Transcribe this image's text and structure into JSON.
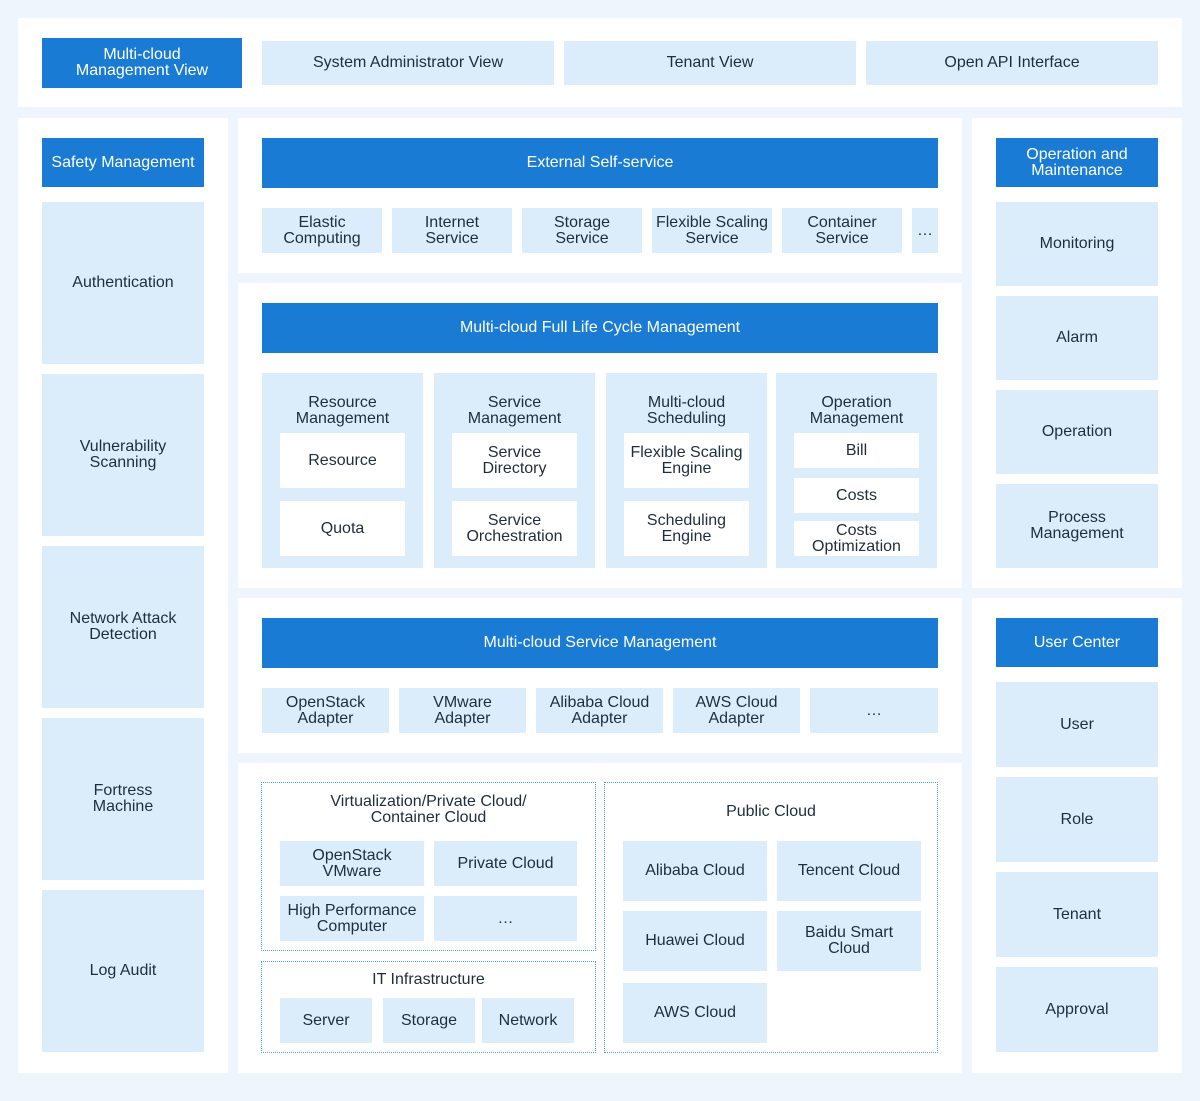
{
  "top_bar": {
    "active_view": "Multi-cloud\nManagement View",
    "views": [
      "System Administrator View",
      "Tenant View",
      "Open API Interface"
    ]
  },
  "safety": {
    "title": "Safety Management",
    "items": [
      "Authentication",
      "Vulnerability\nScanning",
      "Network Attack\nDetection",
      "Fortress\nMachine",
      "Log Audit"
    ]
  },
  "self_service": {
    "title": "External Self-service",
    "items": [
      "Elastic\nComputing",
      "Internet\nService",
      "Storage\nService",
      "Flexible Scaling\nService",
      "Container\nService",
      "…"
    ]
  },
  "lifecycle": {
    "title": "Multi-cloud Full Life Cycle Management",
    "groups": [
      {
        "title": "Resource\nManagement",
        "items": [
          "Resource",
          "Quota"
        ]
      },
      {
        "title": "Service\nManagement",
        "items": [
          "Service\nDirectory",
          "Service\nOrchestration"
        ]
      },
      {
        "title": "Multi-cloud\nScheduling",
        "items": [
          "Flexible Scaling\nEngine",
          "Scheduling\nEngine"
        ]
      },
      {
        "title": "Operation\nManagement",
        "items": [
          "Bill",
          "Costs",
          "Costs\nOptimization"
        ]
      }
    ]
  },
  "service_mgmt": {
    "title": "Multi-cloud Service Management",
    "items": [
      "OpenStack\nAdapter",
      "VMware\nAdapter",
      "Alibaba Cloud\nAdapter",
      "AWS Cloud\nAdapter",
      "…"
    ]
  },
  "private_cloud": {
    "title": "Virtualization/Private Cloud/\nContainer Cloud",
    "items": [
      "OpenStack\nVMware",
      "Private Cloud",
      "High Performance\nComputer",
      "…"
    ]
  },
  "it_infra": {
    "title": "IT Infrastructure",
    "items": [
      "Server",
      "Storage",
      "Network"
    ]
  },
  "public_cloud": {
    "title": "Public Cloud",
    "items": [
      "Alibaba Cloud",
      "Tencent Cloud",
      "Huawei Cloud",
      "Baidu Smart\nCloud",
      "AWS Cloud"
    ]
  },
  "operation": {
    "title": "Operation and\nMaintenance",
    "items": [
      "Monitoring",
      "Alarm",
      "Operation",
      "Process\nManagement"
    ]
  },
  "user_center": {
    "title": "User Center",
    "items": [
      "User",
      "Role",
      "Tenant",
      "Approval"
    ]
  },
  "colors": {
    "accent": "#1a7bd4",
    "light_box": "#dbedfb",
    "background": "#eef5fd",
    "dotted_border": "#4aa3d9"
  }
}
